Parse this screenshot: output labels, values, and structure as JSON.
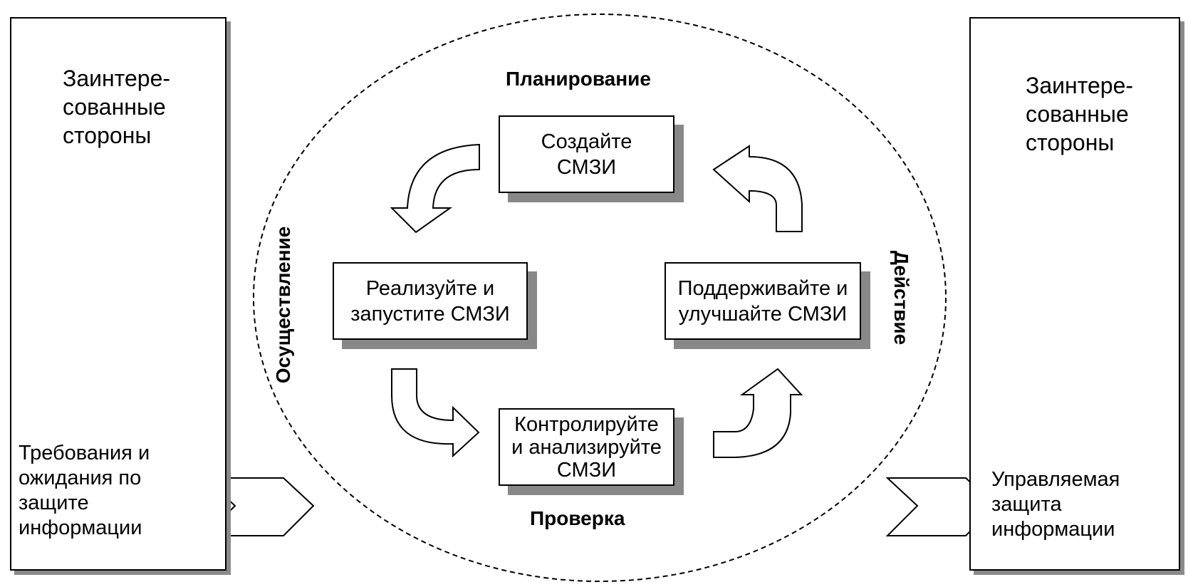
{
  "stakeholders_left": {
    "title": "Заинтере-\nсованные\nстороны",
    "input_label": "Требования и\nожидания по\nзащите\nинформации"
  },
  "stakeholders_right": {
    "title": "Заинтере-\nсованные\nстороны",
    "output_label": "Управляемая\nзащита\nинформации"
  },
  "phases": {
    "plan": "Планирование",
    "do": "Осуществление",
    "check": "Проверка",
    "act": "Действие"
  },
  "steps": {
    "plan": "Создайте\nСМЗИ",
    "do": "Реализуйте и\nзапустите СМЗИ",
    "check": "Контролируйте\nи анализируйте\nСМЗИ",
    "act": "Поддерживайте и\nулучшайте СМЗИ"
  }
}
